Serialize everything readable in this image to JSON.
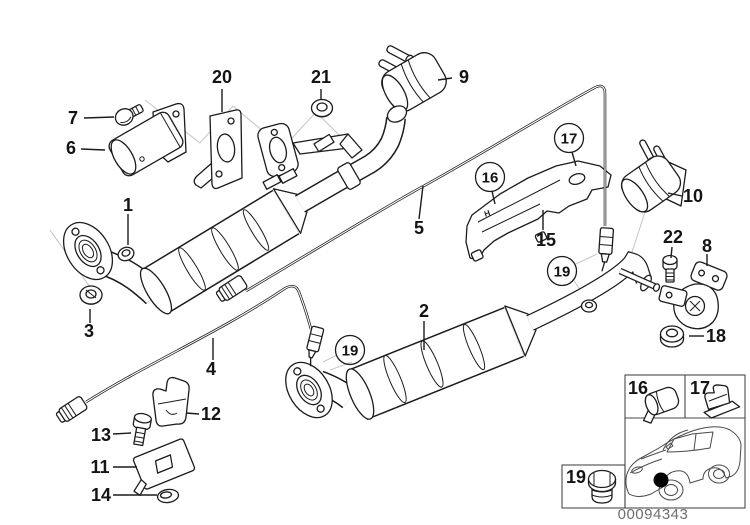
{
  "diagram": {
    "background_color": "#ffffff",
    "line_color": "#1c1c1c",
    "construction_line_color": "#c8c8c8",
    "part_number": "00094343",
    "shield_marking": "H",
    "callouts": {
      "plain": {
        "n1": "1",
        "n2": "2",
        "n3": "3",
        "n4": "4",
        "n5": "5",
        "n6": "6",
        "n7": "7",
        "n8": "8",
        "n9": "9",
        "n10": "10",
        "n11": "11",
        "n12": "12",
        "n13": "13",
        "n14": "14",
        "n15": "15",
        "n18": "18",
        "n20": "20",
        "n21": "21",
        "n22": "22"
      },
      "circled": {
        "c16": "16",
        "c17": "17",
        "c19_upper": "19",
        "c19_lower": "19"
      }
    },
    "inset": {
      "cell16_label": "16",
      "cell17_label": "17",
      "cell19_label": "19"
    }
  }
}
